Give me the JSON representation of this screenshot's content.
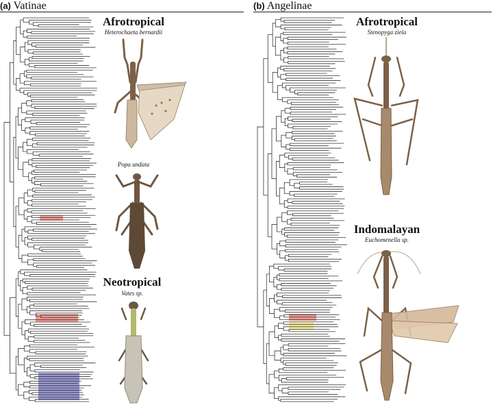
{
  "panels": {
    "a": {
      "letter": "(a)",
      "title": "Vatinae",
      "labels": [
        {
          "region": "Afrotropical",
          "species": "Heterochaeta bernardii"
        },
        {
          "region": "",
          "species": "Popa undata"
        },
        {
          "region": "Neotropical",
          "species": "Vates sp."
        }
      ]
    },
    "b": {
      "letter": "(b)",
      "title": "Angelinae",
      "labels": [
        {
          "region": "Afrotropical",
          "species": "Stenopyga ziela"
        },
        {
          "region": "Indomalayan",
          "species": "Euchomenella sp."
        }
      ]
    }
  },
  "colors": {
    "highlight_red": "#f08a80",
    "highlight_orange": "#f4b96b",
    "highlight_yellow": "#f6ea8e",
    "highlight_purple": "#8a86cf",
    "tree_line": "#333333",
    "specimen_brown": "#7b6148"
  }
}
